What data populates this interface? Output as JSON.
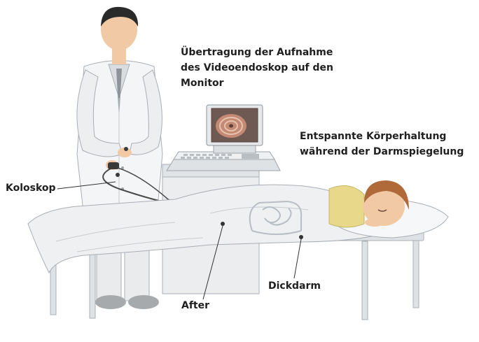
{
  "labels": {
    "transfer": {
      "line1": "Übertragung der Aufnahme",
      "line2": "des Videoendoskop auf den",
      "line3": "Monitor"
    },
    "posture": {
      "line1": "Entspannte Körperhaltung",
      "line2": "während der Darmspiegelung"
    },
    "colonoscope": "Koloskop",
    "colon": "Dickdarm",
    "anus": "After"
  },
  "colors": {
    "leader_line": "#333333",
    "sheet": "#eef0f2",
    "outline": "#a9aeb4",
    "coat": "#f4f5f6",
    "skin": "#f2c9a5",
    "hair": "#b06a3a",
    "gown": "#e8d98a",
    "shoes": "#a7aaad",
    "monitor_screen": "#6e5a52"
  },
  "icons": [
    "doctor-figure",
    "monitor-icon",
    "keyboard-icon",
    "patient-figure",
    "colon-icon",
    "colonoscope-icon",
    "examination-table"
  ]
}
